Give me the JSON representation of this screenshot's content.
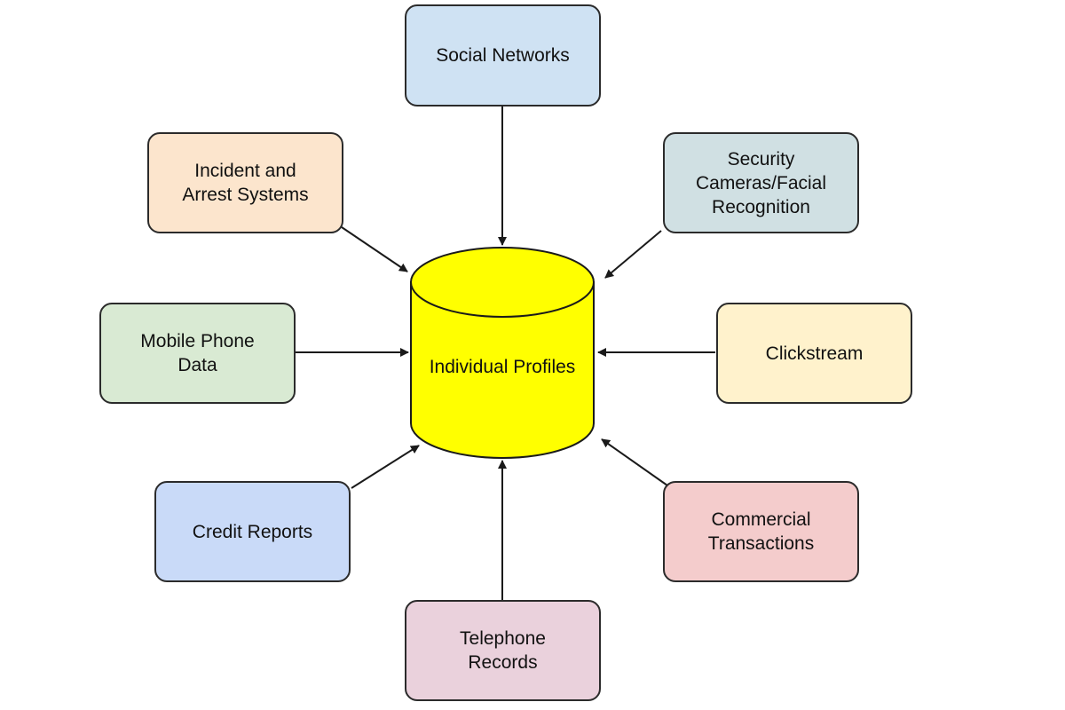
{
  "center": {
    "label": "Individual Profiles",
    "color": "#ffff00"
  },
  "sources": {
    "social_networks": {
      "label": "Social Networks",
      "color": "#cfe2f3"
    },
    "incident_arrest": {
      "label": "Incident and\nArrest Systems",
      "color": "#fce5cd"
    },
    "security_cameras": {
      "label": "Security\nCameras/Facial\nRecognition",
      "color": "#d0e0e3"
    },
    "mobile_phone": {
      "label": "Mobile Phone\nData",
      "color": "#d9ead3"
    },
    "clickstream": {
      "label": "Clickstream",
      "color": "#fff2cc"
    },
    "credit_reports": {
      "label": "Credit Reports",
      "color": "#c9daf8"
    },
    "commercial_transactions": {
      "label": "Commercial\nTransactions",
      "color": "#f4cccc"
    },
    "telephone_records": {
      "label": "Telephone\nRecords",
      "color": "#ead1dc"
    }
  },
  "line_color": "#1a1a1a"
}
